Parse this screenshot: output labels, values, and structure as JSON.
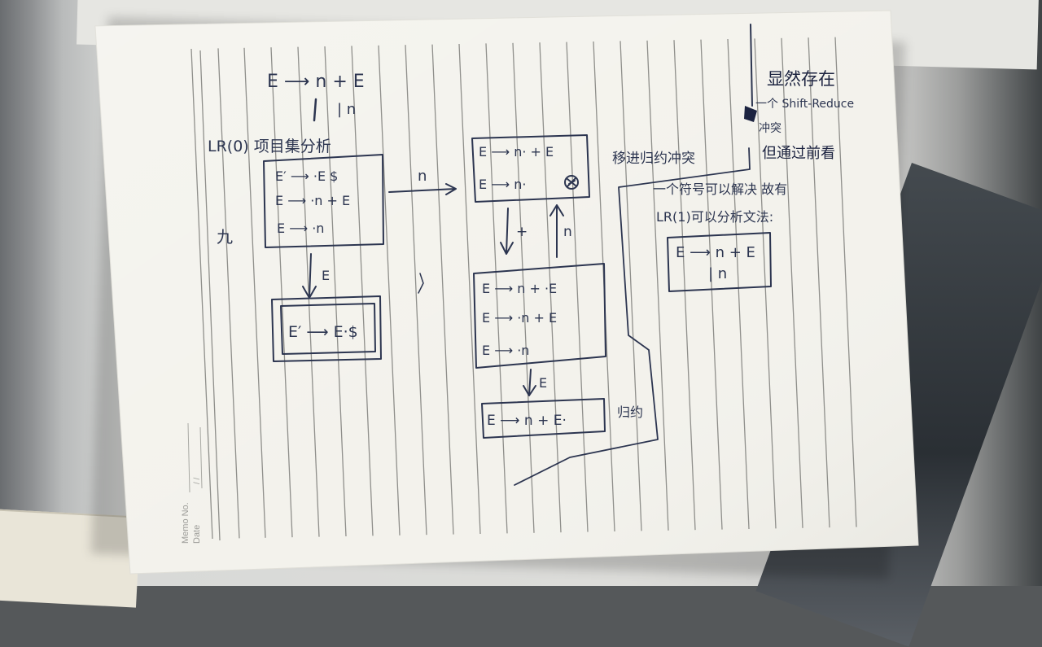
{
  "notes": {
    "grammar": {
      "line1": "E ⟶ n + E",
      "line2": "| n"
    },
    "lr0_heading": "LR(0) 项目集分析",
    "state0": [
      "E′ ⟶ ·E $",
      "E ⟶ ·n + E",
      "E ⟶ ·n"
    ],
    "state_accept": "E′ ⟶ E·$",
    "state_n": [
      "E ⟶ n· + E",
      "E ⟶ n·"
    ],
    "state_plus": [
      "E ⟶ n + ·E",
      "E ⟶ ·n + E",
      "E ⟶ ·n"
    ],
    "state_reduce": "E ⟶ n + E·",
    "reduce_label": "归约",
    "edge_n": "n",
    "edge_e_left": "E",
    "edge_plus": "+",
    "edge_n_up": "n",
    "edge_e_right": "E",
    "conflict_label": "移进归约冲突",
    "side_title": "显然存在",
    "side_line1": "一个 Shift-Reduce",
    "side_line2": "冲突",
    "side_line3": "但通过前看",
    "side_line4": "一个符号可以解决 故有",
    "side_line5": "LR(1)可以分析文法:",
    "side_grammar1": "E ⟶ n + E",
    "side_grammar2": "| n",
    "margin_scribble": "九"
  },
  "printed": {
    "memo_label": "Memo No.",
    "date_label": "Date",
    "date_separators": "/        /"
  },
  "colors": {
    "ink": "#2c3550",
    "paper": "#f3f2ec",
    "rule_line": "#8f8f8b",
    "desk": "#d9d9d6"
  }
}
